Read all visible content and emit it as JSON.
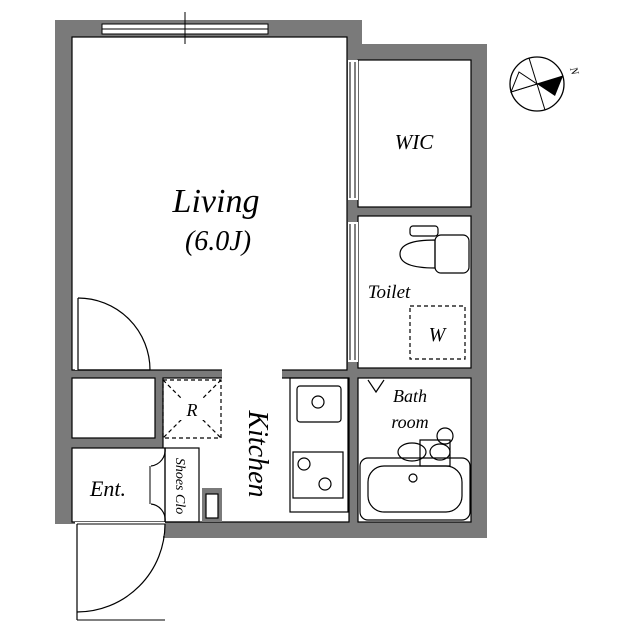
{
  "rooms": {
    "living_name": "Living",
    "living_size": "(6.0J)",
    "wic": "WIC",
    "toilet": "Toilet",
    "washer": "W",
    "bath_line1": "Bath",
    "bath_line2": "room",
    "fridge": "R",
    "kitchen": "Kitchen",
    "entrance": "Ent.",
    "shoes_closet": "Shoes Clo"
  },
  "compass": {
    "north_label": "N"
  }
}
